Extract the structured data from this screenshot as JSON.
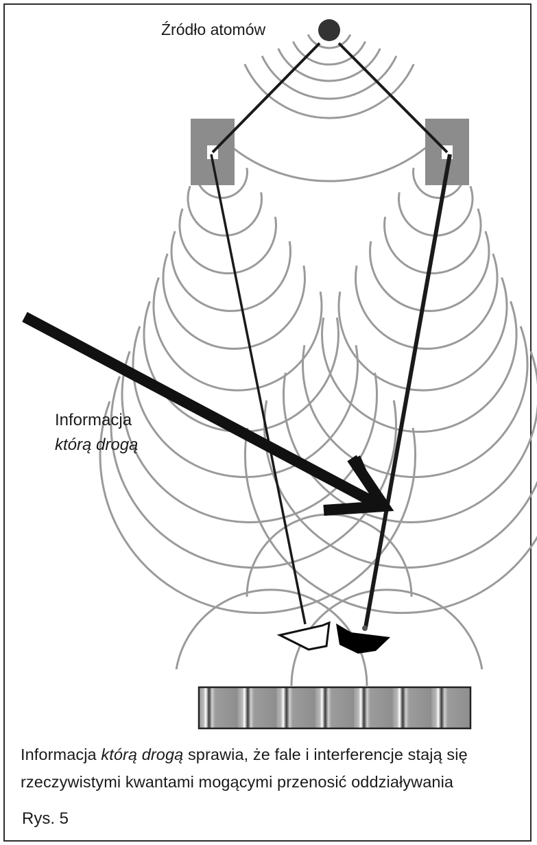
{
  "diagram": {
    "source_label": "Źródło atomów",
    "which_way_label_line1": "Informacja",
    "which_way_label_line2": "którą drogą",
    "caption_part1": "Informacja ",
    "caption_italic": "którą drogą",
    "caption_part2": " sprawia, że fale i interferencje stają się",
    "caption_line2": "rzeczywistymi kwantami mogącymi przenosić oddziaływania",
    "figure_label": "Rys. 5"
  },
  "colors": {
    "wave": "#9a9a9a",
    "slit_block": "#8c8c8c",
    "path_line": "#1a1a1a",
    "arrow": "#111111",
    "source_dot": "#333333",
    "detector_fill": "#000000"
  }
}
